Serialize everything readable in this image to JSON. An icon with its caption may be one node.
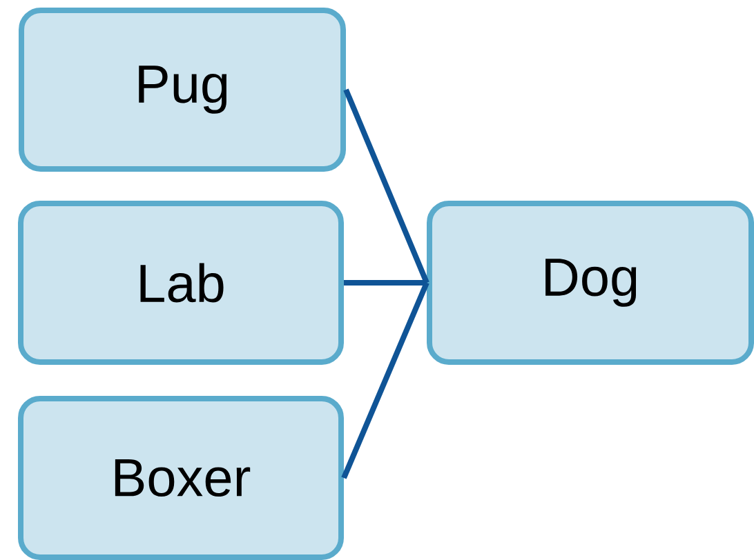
{
  "diagram": {
    "nodes": [
      {
        "text": [
          "Pug"
        ]
      },
      {
        "text": [
          "Lab"
        ]
      },
      {
        "text": [
          "Boxer"
        ]
      },
      {
        "text": [
          "Dog"
        ]
      }
    ],
    "edges": [
      {
        "from": 0,
        "to": 3,
        "arrow": "none"
      },
      {
        "from": 1,
        "to": 3,
        "arrow": "none"
      },
      {
        "from": 2,
        "to": 3,
        "arrow": "none"
      }
    ]
  }
}
